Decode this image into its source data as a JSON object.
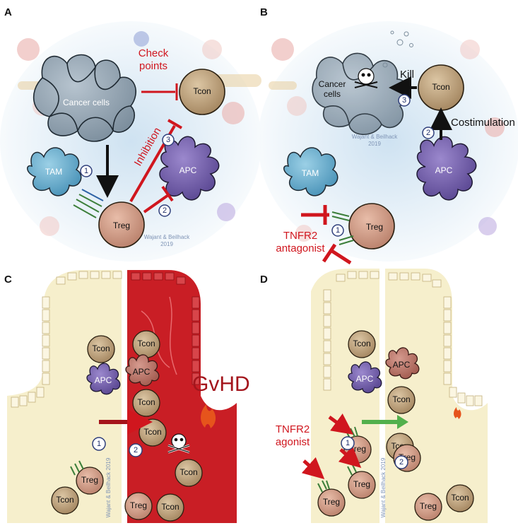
{
  "panels": {
    "a": {
      "letter": "A",
      "cells": {
        "cancer": "Cancer cells",
        "tcon": "Tcon",
        "tam": "TAM",
        "apc": "APC",
        "treg": "Treg"
      },
      "labels": {
        "checkpoints_line1": "Check",
        "checkpoints_line2": "points",
        "inhibition": "Inhibition"
      },
      "steps": [
        "1",
        "2",
        "3"
      ],
      "credit_line1": "Wajant & Beilhack",
      "credit_line2": "2019"
    },
    "b": {
      "letter": "B",
      "cells": {
        "cancer_line1": "Cancer",
        "cancer_line2": "cells",
        "tcon": "Tcon",
        "tam": "TAM",
        "apc": "APC",
        "treg": "Treg"
      },
      "labels": {
        "kill": "Kill",
        "costimulation": "Costimulation",
        "antagonist_line1": "TNFR2",
        "antagonist_line2": "antagonist"
      },
      "steps": [
        "1",
        "2",
        "3"
      ],
      "credit_line1": "Wajant & Beilhack",
      "credit_line2": "2019"
    },
    "c": {
      "letter": "C",
      "cells": {
        "tcon": "Tcon",
        "apc": "APC",
        "treg": "Treg"
      },
      "labels": {
        "gvhd": "GvHD"
      },
      "steps": [
        "1",
        "2"
      ],
      "credit": "Wajant & Beilhack 2019"
    },
    "d": {
      "letter": "D",
      "cells": {
        "tcon": "Tcon",
        "apc": "APC",
        "treg": "Treg"
      },
      "labels": {
        "agonist_line1": "TNFR2",
        "agonist_line2": "agonist"
      },
      "steps": [
        "1",
        "2"
      ],
      "credit": "Wajant & Beilhack 2019"
    }
  },
  "colors": {
    "inhibit": "#d0161e",
    "activate": "#111111",
    "tcon": "#a88a66",
    "treg": "#c49480",
    "apc": "#6d5aa8",
    "tam": "#5aa4c8",
    "cancer": "#8fa1b0",
    "tissue_healthy": "#f6efcc",
    "tissue_inflamed": "#c91e25",
    "flow_healthy": "#52b04c",
    "flow_disease": "#a5141b"
  }
}
